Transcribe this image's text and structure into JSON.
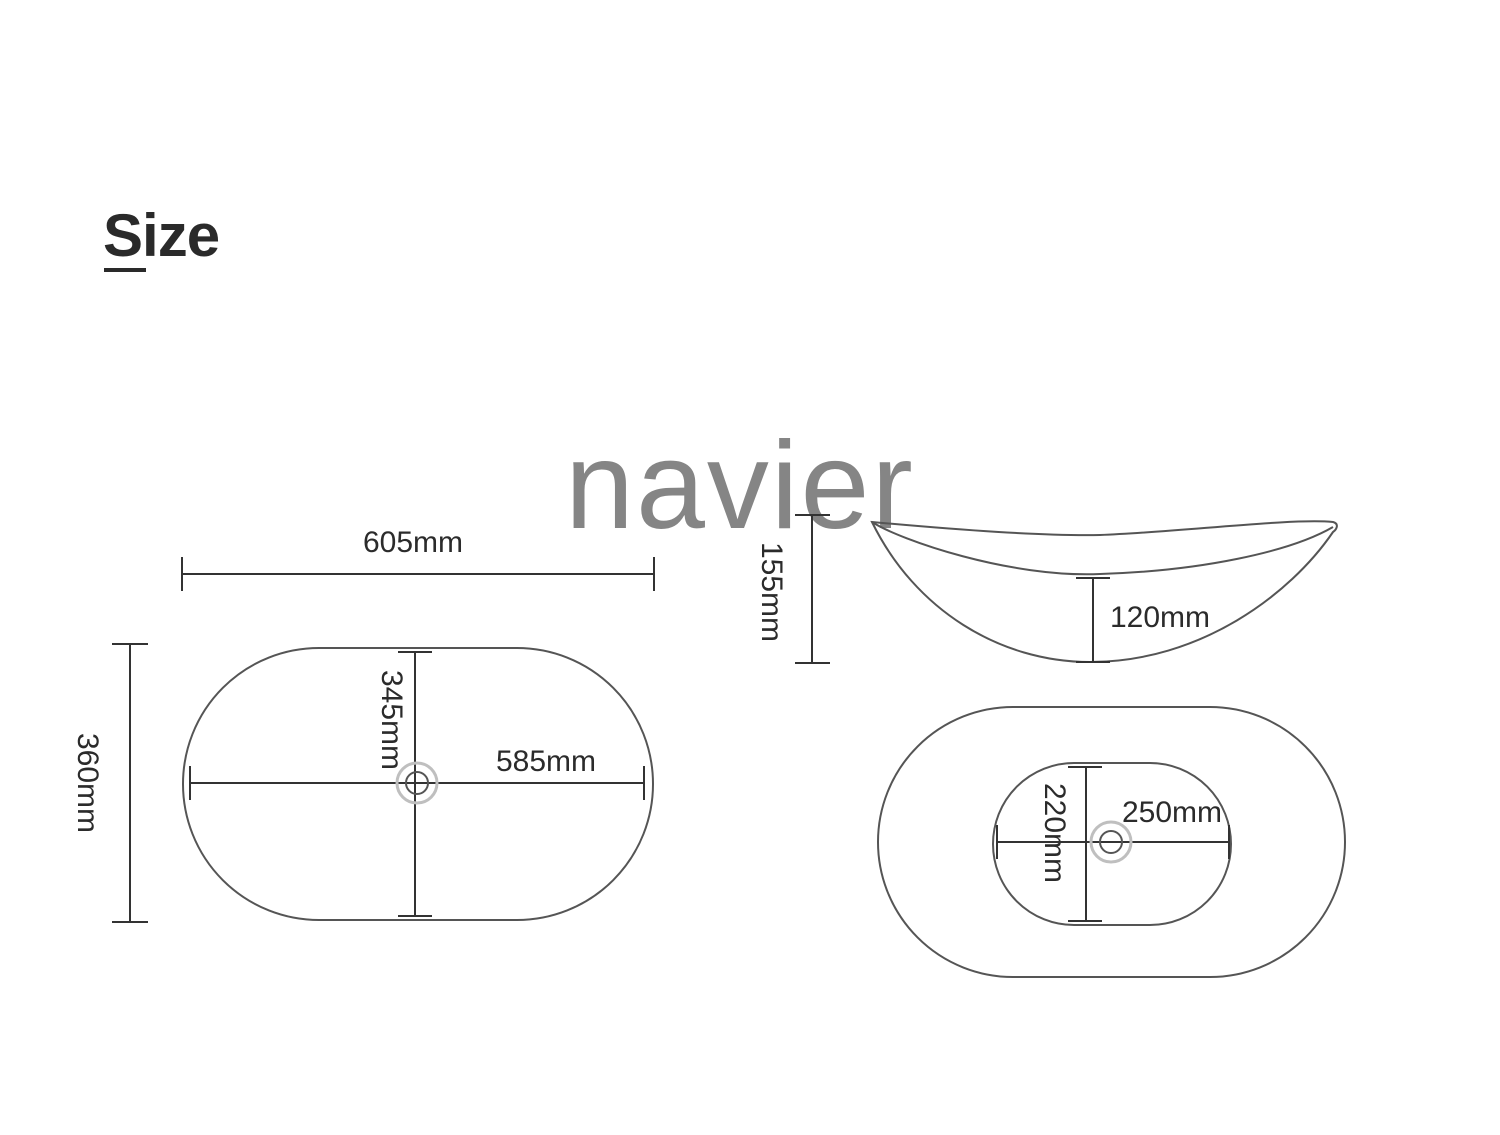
{
  "heading": "Size",
  "watermark": "navier",
  "top_view": {
    "overall_width": "605mm",
    "overall_depth": "360mm",
    "inner_depth": "345mm",
    "inner_width": "585mm"
  },
  "side_view": {
    "overall_height": "155mm",
    "bowl_depth": "120mm"
  },
  "base_view": {
    "base_width": "250mm",
    "base_depth": "220mm"
  },
  "colors": {
    "line": "#333333",
    "watermark": "#858585",
    "drain_ring": "#bfbfbf"
  }
}
